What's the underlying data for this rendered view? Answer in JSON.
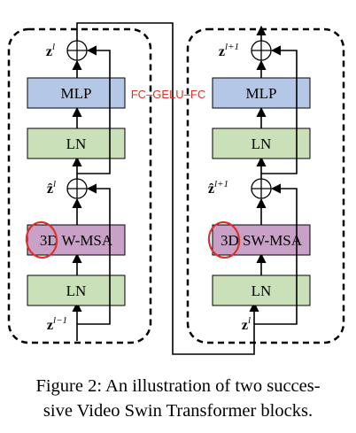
{
  "left_block": {
    "ln_top": "LN",
    "ln_bottom": "LN",
    "mlp": "MLP",
    "msa_prefix": "3D",
    "msa_name": "W-MSA",
    "var_out": "z",
    "var_out_sup": "l",
    "var_mid": "ẑ",
    "var_mid_sup": "l",
    "var_in": "z",
    "var_in_sup": "l−1"
  },
  "right_block": {
    "ln_top": "LN",
    "ln_bottom": "LN",
    "mlp": "MLP",
    "msa_prefix": "3D",
    "msa_name": "SW-MSA",
    "var_out": "z",
    "var_out_sup": "l+1",
    "var_mid": "ẑ",
    "var_mid_sup": "l+1",
    "var_in": "z",
    "var_in_sup": "l"
  },
  "annotation": "FC–GELU–FC",
  "caption": {
    "line1": "Figure 2: An illustration of two succes-",
    "line2": "sive Video Swin Transformer blocks."
  },
  "colors": {
    "mlp_fill": "#b4c7e7",
    "ln_fill": "#c9e0b8",
    "msa_fill": "#c9a0c8",
    "annotation": "#d9342b",
    "circle_mark": "#d9342b"
  }
}
